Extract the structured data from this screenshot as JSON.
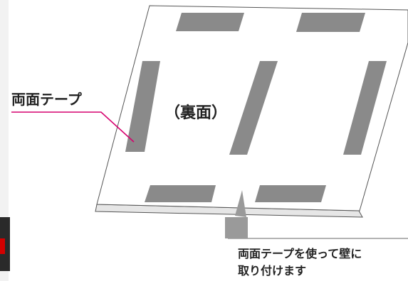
{
  "diagram": {
    "panel_label": "（裏面）",
    "tape_label": "両面テープ",
    "caption": {
      "line1": "両面テープを使って壁に",
      "line2": "取り付けます"
    },
    "colors": {
      "panel_fill": "#ffffff",
      "panel_edge": "#555555",
      "tape_fill": "#8a8a8a",
      "callout_line": "#d6006e",
      "pointer_fill": "#9a9a9a",
      "text": "#222222"
    }
  }
}
